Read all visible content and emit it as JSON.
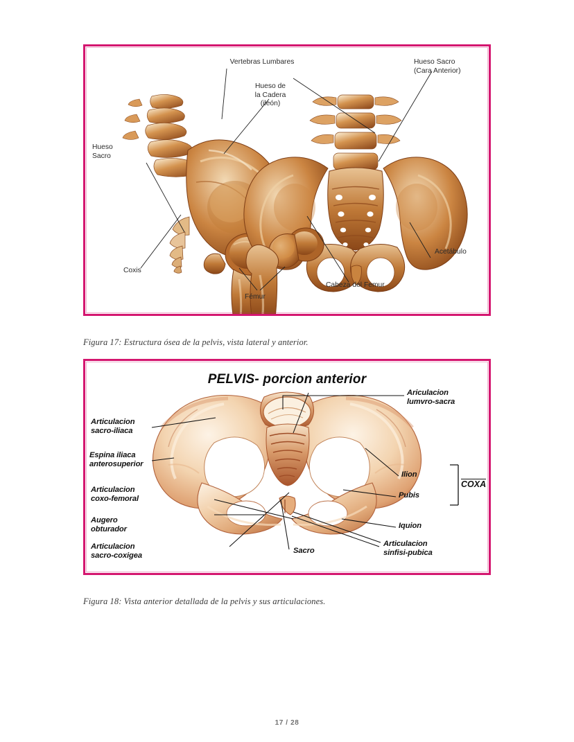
{
  "page": {
    "footer": "17 / 28",
    "background": "#ffffff",
    "frame_color": "#d4166f"
  },
  "figure17": {
    "caption": "Figura 17: Estructura ósea de la pelvis, vista lateral y anterior.",
    "labels": [
      {
        "id": "vertebras-lumbares",
        "text": "Vertebras Lumbares"
      },
      {
        "id": "hueso-cadera",
        "text": "Hueso de\nla Cadera\n(ileón)"
      },
      {
        "id": "hueso-sacro-cara",
        "text": "Hueso Sacro\n(Cara Anterior)"
      },
      {
        "id": "hueso-sacro",
        "text": "Hueso\nSacro"
      },
      {
        "id": "coxis",
        "text": "Coxis"
      },
      {
        "id": "femur",
        "text": "Fémur"
      },
      {
        "id": "cabeza-femur",
        "text": "Cabeza del Femur"
      },
      {
        "id": "acetabulo",
        "text": "Acetábulo"
      }
    ]
  },
  "figure18": {
    "title": "PELVIS- porcion anterior",
    "caption": "Figura 18: Vista anterior detallada de la pelvis y sus articulaciones.",
    "bracket_label": "COXA",
    "labels": [
      {
        "id": "articulacion-sacro-iliaca",
        "text": "Articulacion\nsacro-iliaca"
      },
      {
        "id": "espina-iliaca",
        "text": "Espina iliaca\nanterosuperior"
      },
      {
        "id": "articulacion-coxo-femoral",
        "text": "Articulacion\ncoxo-femoral"
      },
      {
        "id": "augero-obturador",
        "text": "Augero\nobturador"
      },
      {
        "id": "articulacion-sacro-coxigea",
        "text": "Articulacion\nsacro-coxigea"
      },
      {
        "id": "sacro",
        "text": "Sacro"
      },
      {
        "id": "ariculacion-lumvro-sacra",
        "text": "Ariculacion\nlumvro-sacra"
      },
      {
        "id": "ilion",
        "text": "Ilion"
      },
      {
        "id": "pubis",
        "text": "Pubis"
      },
      {
        "id": "iquion",
        "text": "Iquion"
      },
      {
        "id": "articulacion-sinfisi-pubica",
        "text": "Articulacion\nsinfisi-pubica"
      }
    ]
  },
  "colors": {
    "bone_light": "#edd2ac",
    "bone_mid": "#cf8c4e",
    "bone_dark": "#8e4a20",
    "bone_deep": "#6d3413",
    "bone_pale": "#f6e2c8",
    "fig18_light": "#f6ddc0",
    "fig18_mid": "#e3a97a",
    "fig18_dark": "#b05a33",
    "leader": "#1f1f1f"
  }
}
